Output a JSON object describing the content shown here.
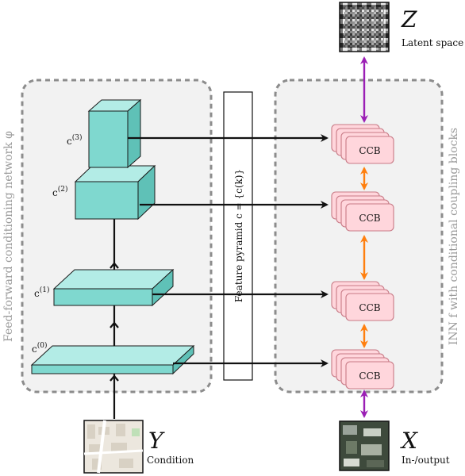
{
  "left_panel": {
    "label": "Feed-forward conditioning network φ"
  },
  "right_panel": {
    "label": "INN f with conditional coupling blocks"
  },
  "feature_pyramid": {
    "label": "Feature pyramid c = {c(k)}"
  },
  "levels": [
    {
      "label_base": "c",
      "label_sup": "(3)"
    },
    {
      "label_base": "c",
      "label_sup": "(2)"
    },
    {
      "label_base": "c",
      "label_sup": "(1)"
    },
    {
      "label_base": "c",
      "label_sup": "(0)"
    }
  ],
  "ccb_label": "CCB",
  "latent": {
    "symbol": "Z",
    "caption": "Latent space"
  },
  "output": {
    "symbol": "X",
    "caption": "In-/output"
  },
  "condition": {
    "symbol": "Y",
    "caption": "Condition"
  },
  "colors": {
    "cube": "#7fd8cf",
    "ccb": "#ffd6dc",
    "purple_arrow": "#9b1fb5",
    "orange_arrow": "#ff7f0e"
  }
}
